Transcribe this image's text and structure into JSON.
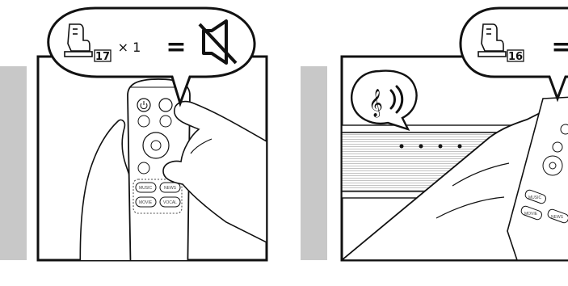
{
  "step1": {
    "button_number": "17",
    "multiplier": "× 1",
    "equals": "=",
    "result_icon": "speaker-muted-icon",
    "remote_labels": {
      "music": "MUSIC",
      "movie": "MOVIE",
      "news": "NEWS",
      "vocal": "VOCAL"
    }
  },
  "step2": {
    "button_number": "16",
    "equals": "=",
    "result_icon": "music-sound-icon",
    "remote_labels": {
      "music": "MUSIC",
      "movie": "MOVIE",
      "news": "NEWS"
    }
  },
  "colors": {
    "line": "#111111",
    "side_bar": "#c8c8c8"
  }
}
